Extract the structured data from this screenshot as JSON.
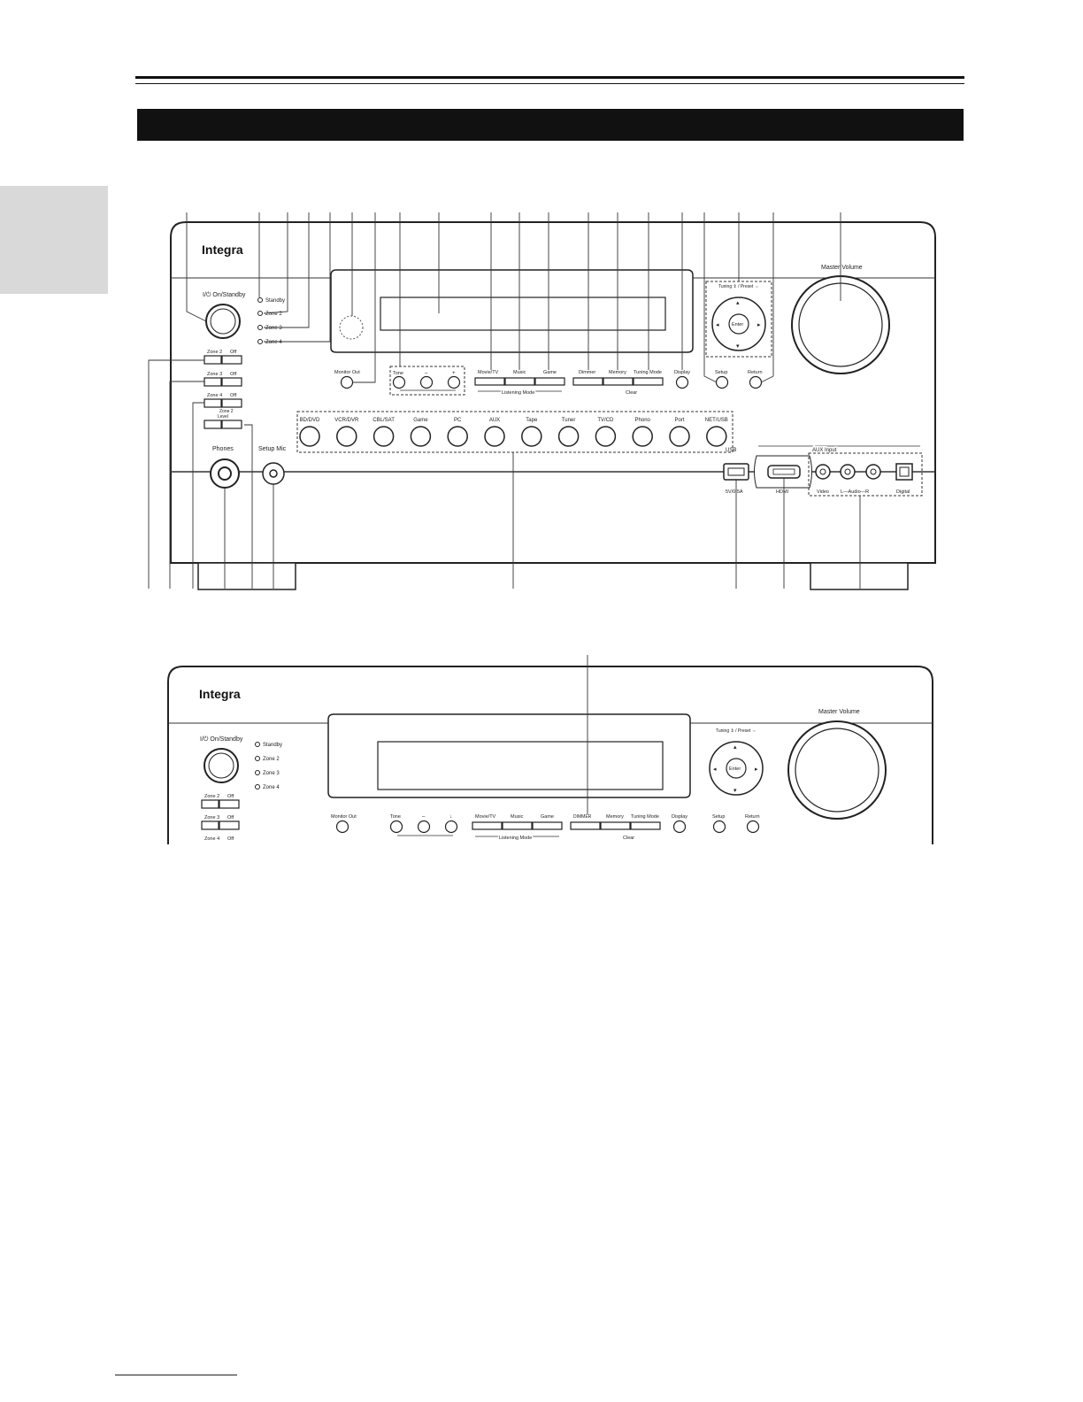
{
  "labels": {
    "brand": "Integra",
    "on_standby": "I/⏻ On/Standby",
    "standby": "Standby",
    "zone2": "Zone 2",
    "zone3": "Zone 3",
    "zone4": "Zone 4",
    "off": "Off",
    "zone2_level": "Zone 2",
    "level": "Level",
    "phones": "Phones",
    "setup_mic": "Setup Mic",
    "monitor_out": "Monitor Out",
    "tone": "Tone",
    "minus": "–",
    "plus": "+",
    "down": "↓",
    "movie_tv": "Movie/TV",
    "music": "Music",
    "game": "Game",
    "listening_mode": "Listening Mode",
    "dimmer": "Dimmer",
    "memory": "Memory",
    "tuning_mode": "Tuning Mode",
    "clear": "Clear",
    "display": "Display",
    "setup": "Setup",
    "return": "Return",
    "tuning_presets": "Tuning ⇕ / Preset ⇔",
    "enter": "Enter",
    "master_volume": "Master Volume",
    "usb": "USB",
    "usb_power": "5V/0.5A",
    "hdmi": "HDMI",
    "aux_input": "AUX Input",
    "video": "Video",
    "audio_lr": "L—Audio—R",
    "digital": "Digital",
    "dimmer_alt": "DIMMER"
  },
  "input_selectors": [
    "BD/DVD",
    "VCR/DVR",
    "CBL/SAT",
    "Game",
    "PC",
    "AUX",
    "Tape",
    "Tuner",
    "TV/CD",
    "Phono",
    "Port",
    "NET/USB"
  ]
}
